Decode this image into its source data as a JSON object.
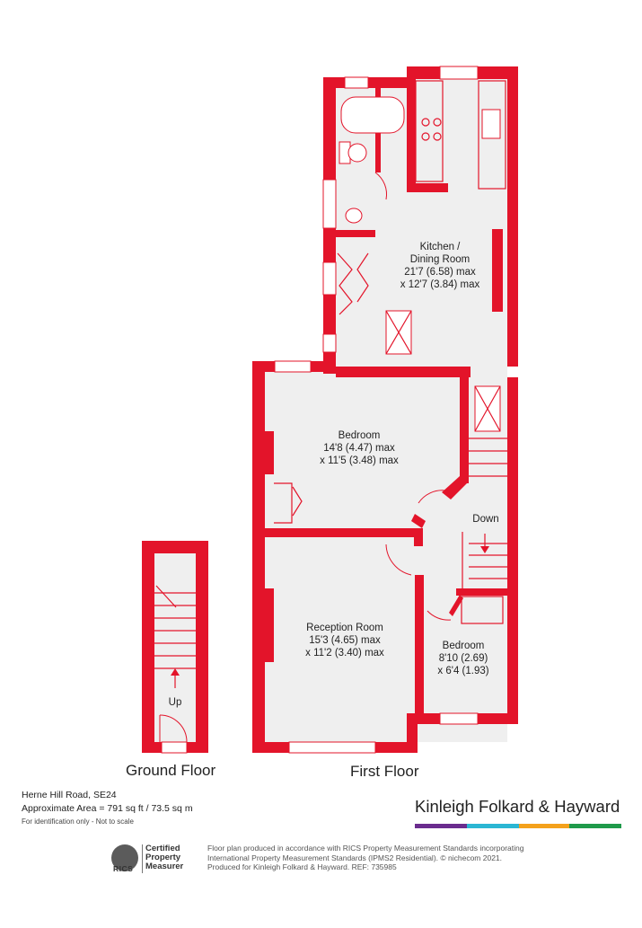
{
  "rooms": {
    "kitchen": {
      "name": "Kitchen /",
      "name2": "Dining Room",
      "dim1": "21'7 (6.58) max",
      "dim2": "x 12'7 (3.84) max"
    },
    "bedroom1": {
      "name": "Bedroom",
      "dim1": "14'8 (4.47) max",
      "dim2": "x 11'5 (3.48) max"
    },
    "reception": {
      "name": "Reception Room",
      "dim1": "15'3 (4.65) max",
      "dim2": "x 11'2 (3.40) max"
    },
    "bedroom2": {
      "name": "Bedroom",
      "dim1": "8'10 (2.69)",
      "dim2": "x 6'4 (1.93)"
    }
  },
  "stairs": {
    "down": "Down",
    "up": "Up"
  },
  "floors": {
    "ground": "Ground Floor",
    "first": "First Floor"
  },
  "property": {
    "address": "Herne Hill Road, SE24",
    "area": "Approximate Area = 791 sq ft / 73.5 sq m",
    "note": "For identification only - Not to scale"
  },
  "brand": {
    "name": "Kinleigh Folkard & Hayward",
    "colors": [
      "#6a2c8e",
      "#2bb6d3",
      "#f4a11b",
      "#1f9a4a"
    ]
  },
  "rics": {
    "logo": "RICS",
    "line1": "Certified",
    "line2": "Property",
    "line3": "Measurer"
  },
  "disclaimer": {
    "line1": "Floor plan produced in accordance with RICS Property Measurement Standards incorporating",
    "line2": "International Property Measurement Standards (IPMS2 Residential).  © nichecom 2021.",
    "line3": "Produced for Kinleigh Folkard & Hayward.   REF: 735985"
  },
  "colors": {
    "wall": "#e3142a",
    "floor": "#efefef"
  }
}
